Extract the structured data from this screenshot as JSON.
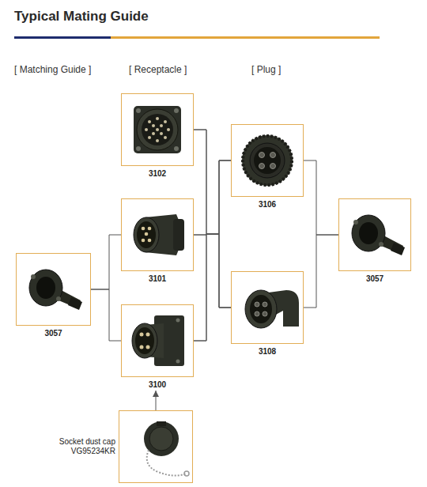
{
  "diagram": {
    "title": "Typical Mating Guide",
    "nodes": [
      {
        "text": [
          "3057"
        ]
      },
      {
        "text": [
          "3102"
        ]
      },
      {
        "text": [
          "3101"
        ]
      },
      {
        "text": [
          "3100"
        ]
      },
      {
        "text": [
          "Socket dust cap VG95234KR"
        ]
      },
      {
        "text": [
          "3106"
        ]
      },
      {
        "text": [
          "3108"
        ]
      },
      {
        "text": [
          "3057"
        ]
      }
    ],
    "edges": [
      {
        "from": 0,
        "to": 2,
        "arrow": "none"
      },
      {
        "from": 0,
        "to": 3,
        "arrow": "none"
      },
      {
        "from": 1,
        "to": 5,
        "arrow": "none"
      },
      {
        "from": 1,
        "to": 6,
        "arrow": "none"
      },
      {
        "from": 2,
        "to": 5,
        "arrow": "none"
      },
      {
        "from": 2,
        "to": 6,
        "arrow": "none"
      },
      {
        "from": 3,
        "to": 5,
        "arrow": "none"
      },
      {
        "from": 3,
        "to": 6,
        "arrow": "none"
      },
      {
        "from": 5,
        "to": 7,
        "arrow": "none"
      },
      {
        "from": 6,
        "to": 7,
        "arrow": "none"
      },
      {
        "from": 4,
        "to": 3,
        "arrow": "to"
      }
    ],
    "labels": [
      "[ Matching Guide ]",
      "[ Receptacle ]",
      "[ Plug ]"
    ]
  }
}
